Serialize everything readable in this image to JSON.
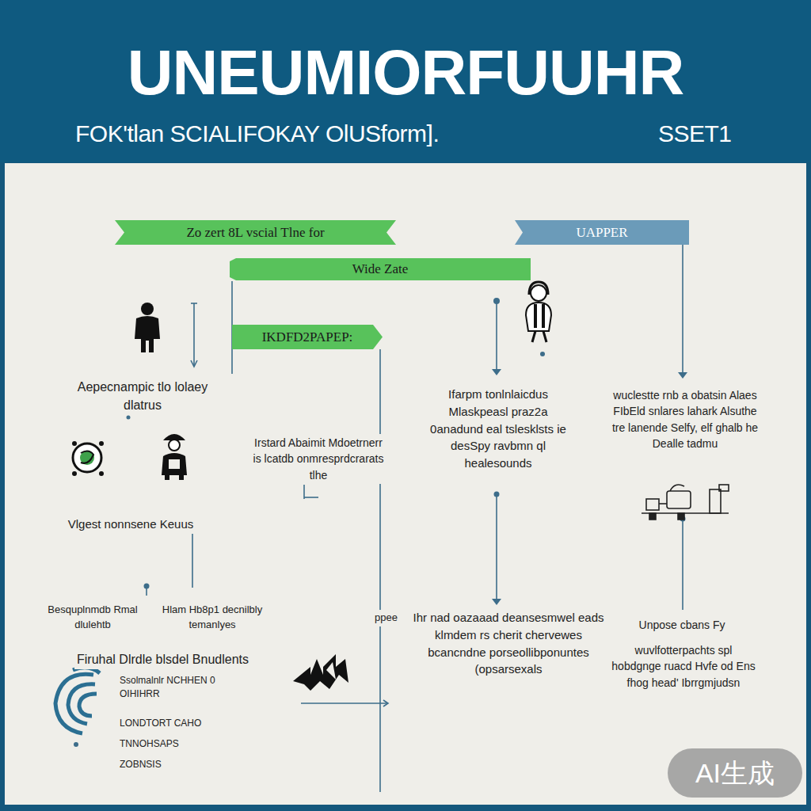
{
  "diagram": {
    "title": "UNEUMIORFUUHR",
    "nodes": [
      {
        "text": [
          "Zo zert 8L vscial Tlne for"
        ]
      },
      {
        "text": [
          "UAPPER"
        ]
      },
      {
        "text": [
          "Wide Zate"
        ]
      },
      {
        "text": [
          "IKDFD2PAPEP:"
        ]
      }
    ],
    "labels": [
      "FOK'tlan SCIALIFOKAY OlUSform].",
      "SSET1",
      "Aepecnampic tlo lolaey dlatrus",
      "Irstard Abaimit Mdoetrnerr is lcatdb onmresprdcrarats tlhe",
      "Ifarpm tonlnlaicdus Mlaskpeasl praz2a 0anadund eal tslesklsts ie desSpy ravbmn ql healesounds",
      "wuclestte rnb a obatsin Alaes FIbEld snlares lahark Alsuthe tre lanende Selfy, elf ghalb he Dealle tadmu",
      "Vlgest nonnsene Keuus",
      "Besquplnmdb Rmal dlulehtb",
      "Hlam Hb8p1 decnilbly temanlyes",
      "ppee",
      "Ihr nad oazaaad deansesmwel eads klmdem rs cherit chervewes bcancndne porseollibponuntes (opsarsexals",
      "Unpose cbans Fy",
      "wuvlfotterpachts spl hobdgnge ruacd Hvfe od Ens fhog head' Ibrrgmjudsn",
      "Firuhal Dlrdle blsdel Bnudlents",
      "Ssolmalnlr NCHHEN 0 OIHIHRR",
      "LONDTORT CAHO",
      "TNNOHSAPS",
      "ZOBNSIS",
      "AI生成"
    ]
  }
}
